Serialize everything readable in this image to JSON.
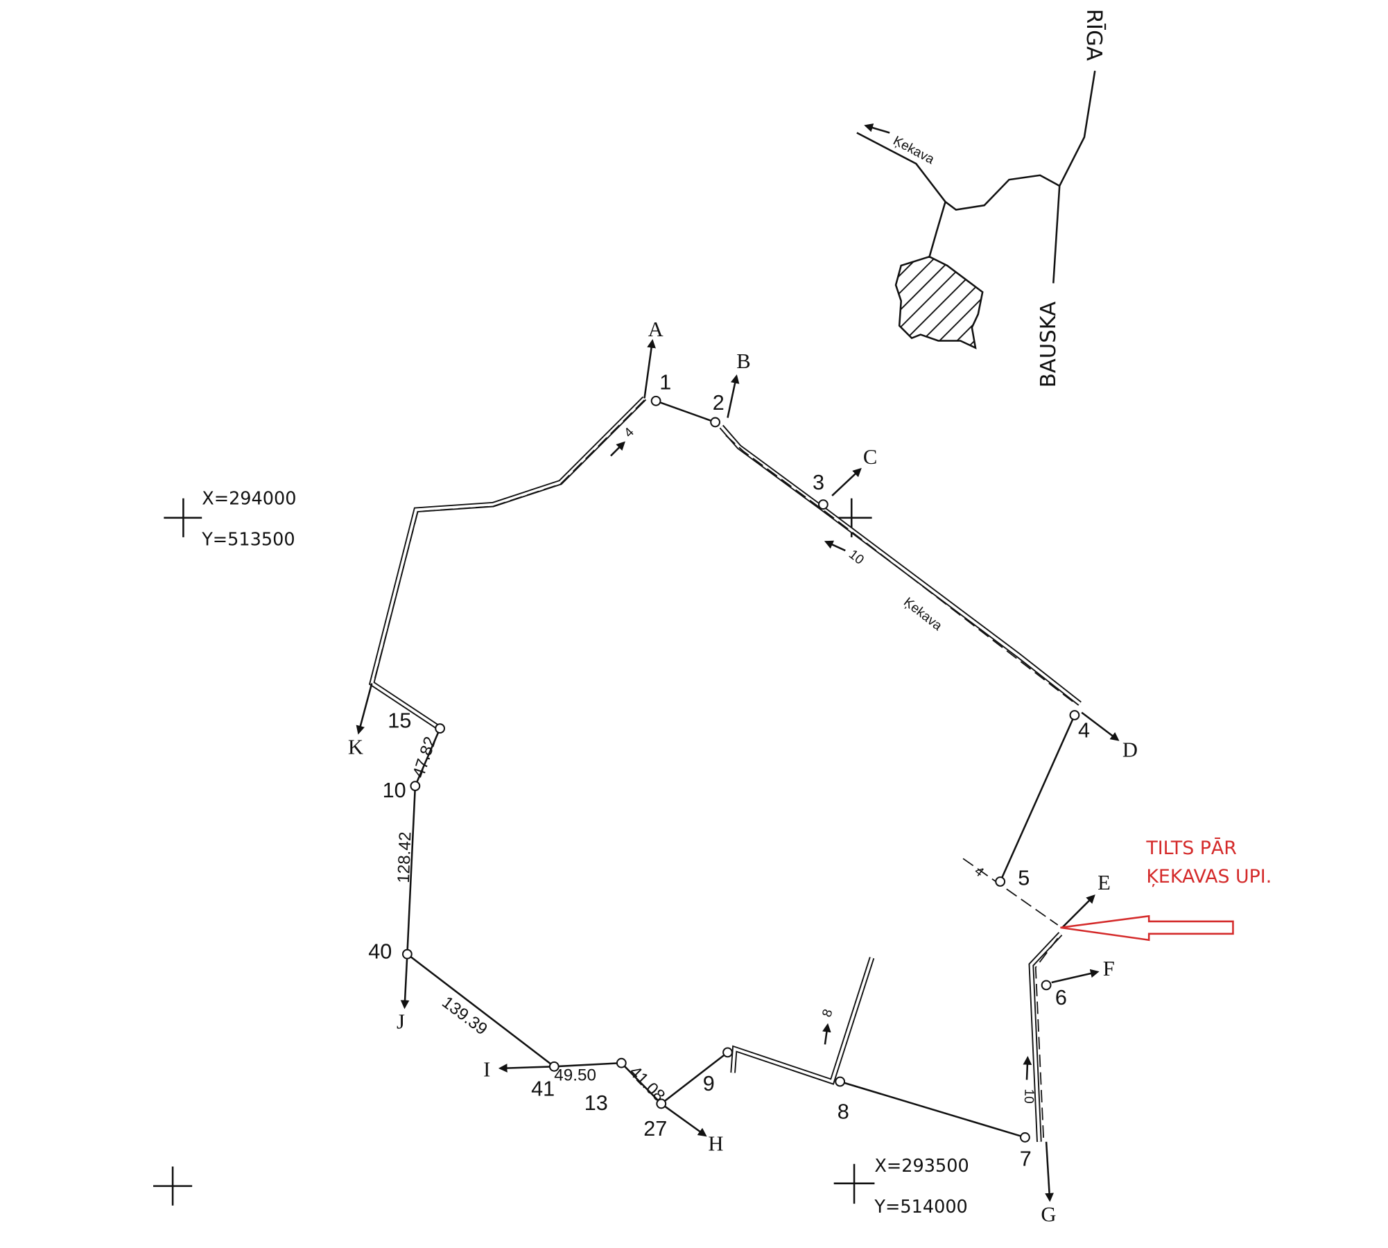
{
  "annotation": {
    "line1": "TILTS PĀR",
    "line2": "ĶEKAVAS UPI.",
    "color": "#d42a2a"
  },
  "inset": {
    "riga": "RĪGA",
    "bauska": "BAUSKA",
    "kekava_label": "Ķekava"
  },
  "coordinates": [
    {
      "x": "X=294000",
      "y": "Y=513500"
    },
    {
      "x": "X=293500",
      "y": "Y=514000"
    }
  ],
  "river_label": "Ķekava",
  "points": {
    "p1": "1",
    "p2": "2",
    "p3": "3",
    "p4": "4",
    "p5": "5",
    "p6": "6",
    "p7": "7",
    "p8": "8",
    "p9": "9",
    "p10": "10",
    "p13": "13",
    "p15": "15",
    "p27": "27",
    "p40": "40",
    "p41": "41"
  },
  "directions": {
    "A": "A",
    "B": "B",
    "C": "C",
    "D": "D",
    "E": "E",
    "F": "F",
    "G": "G",
    "H": "H",
    "I": "I",
    "J": "J",
    "K": "K"
  },
  "distances": {
    "d15_10": "47.82",
    "d10_40": "128.42",
    "d40_41": "139.39",
    "d41_13": "49.50",
    "d13_27": "41.08"
  },
  "widths": {
    "w_a": "4",
    "w_b": "10",
    "w_c": "4",
    "w_d": "8",
    "w_e": "10"
  }
}
